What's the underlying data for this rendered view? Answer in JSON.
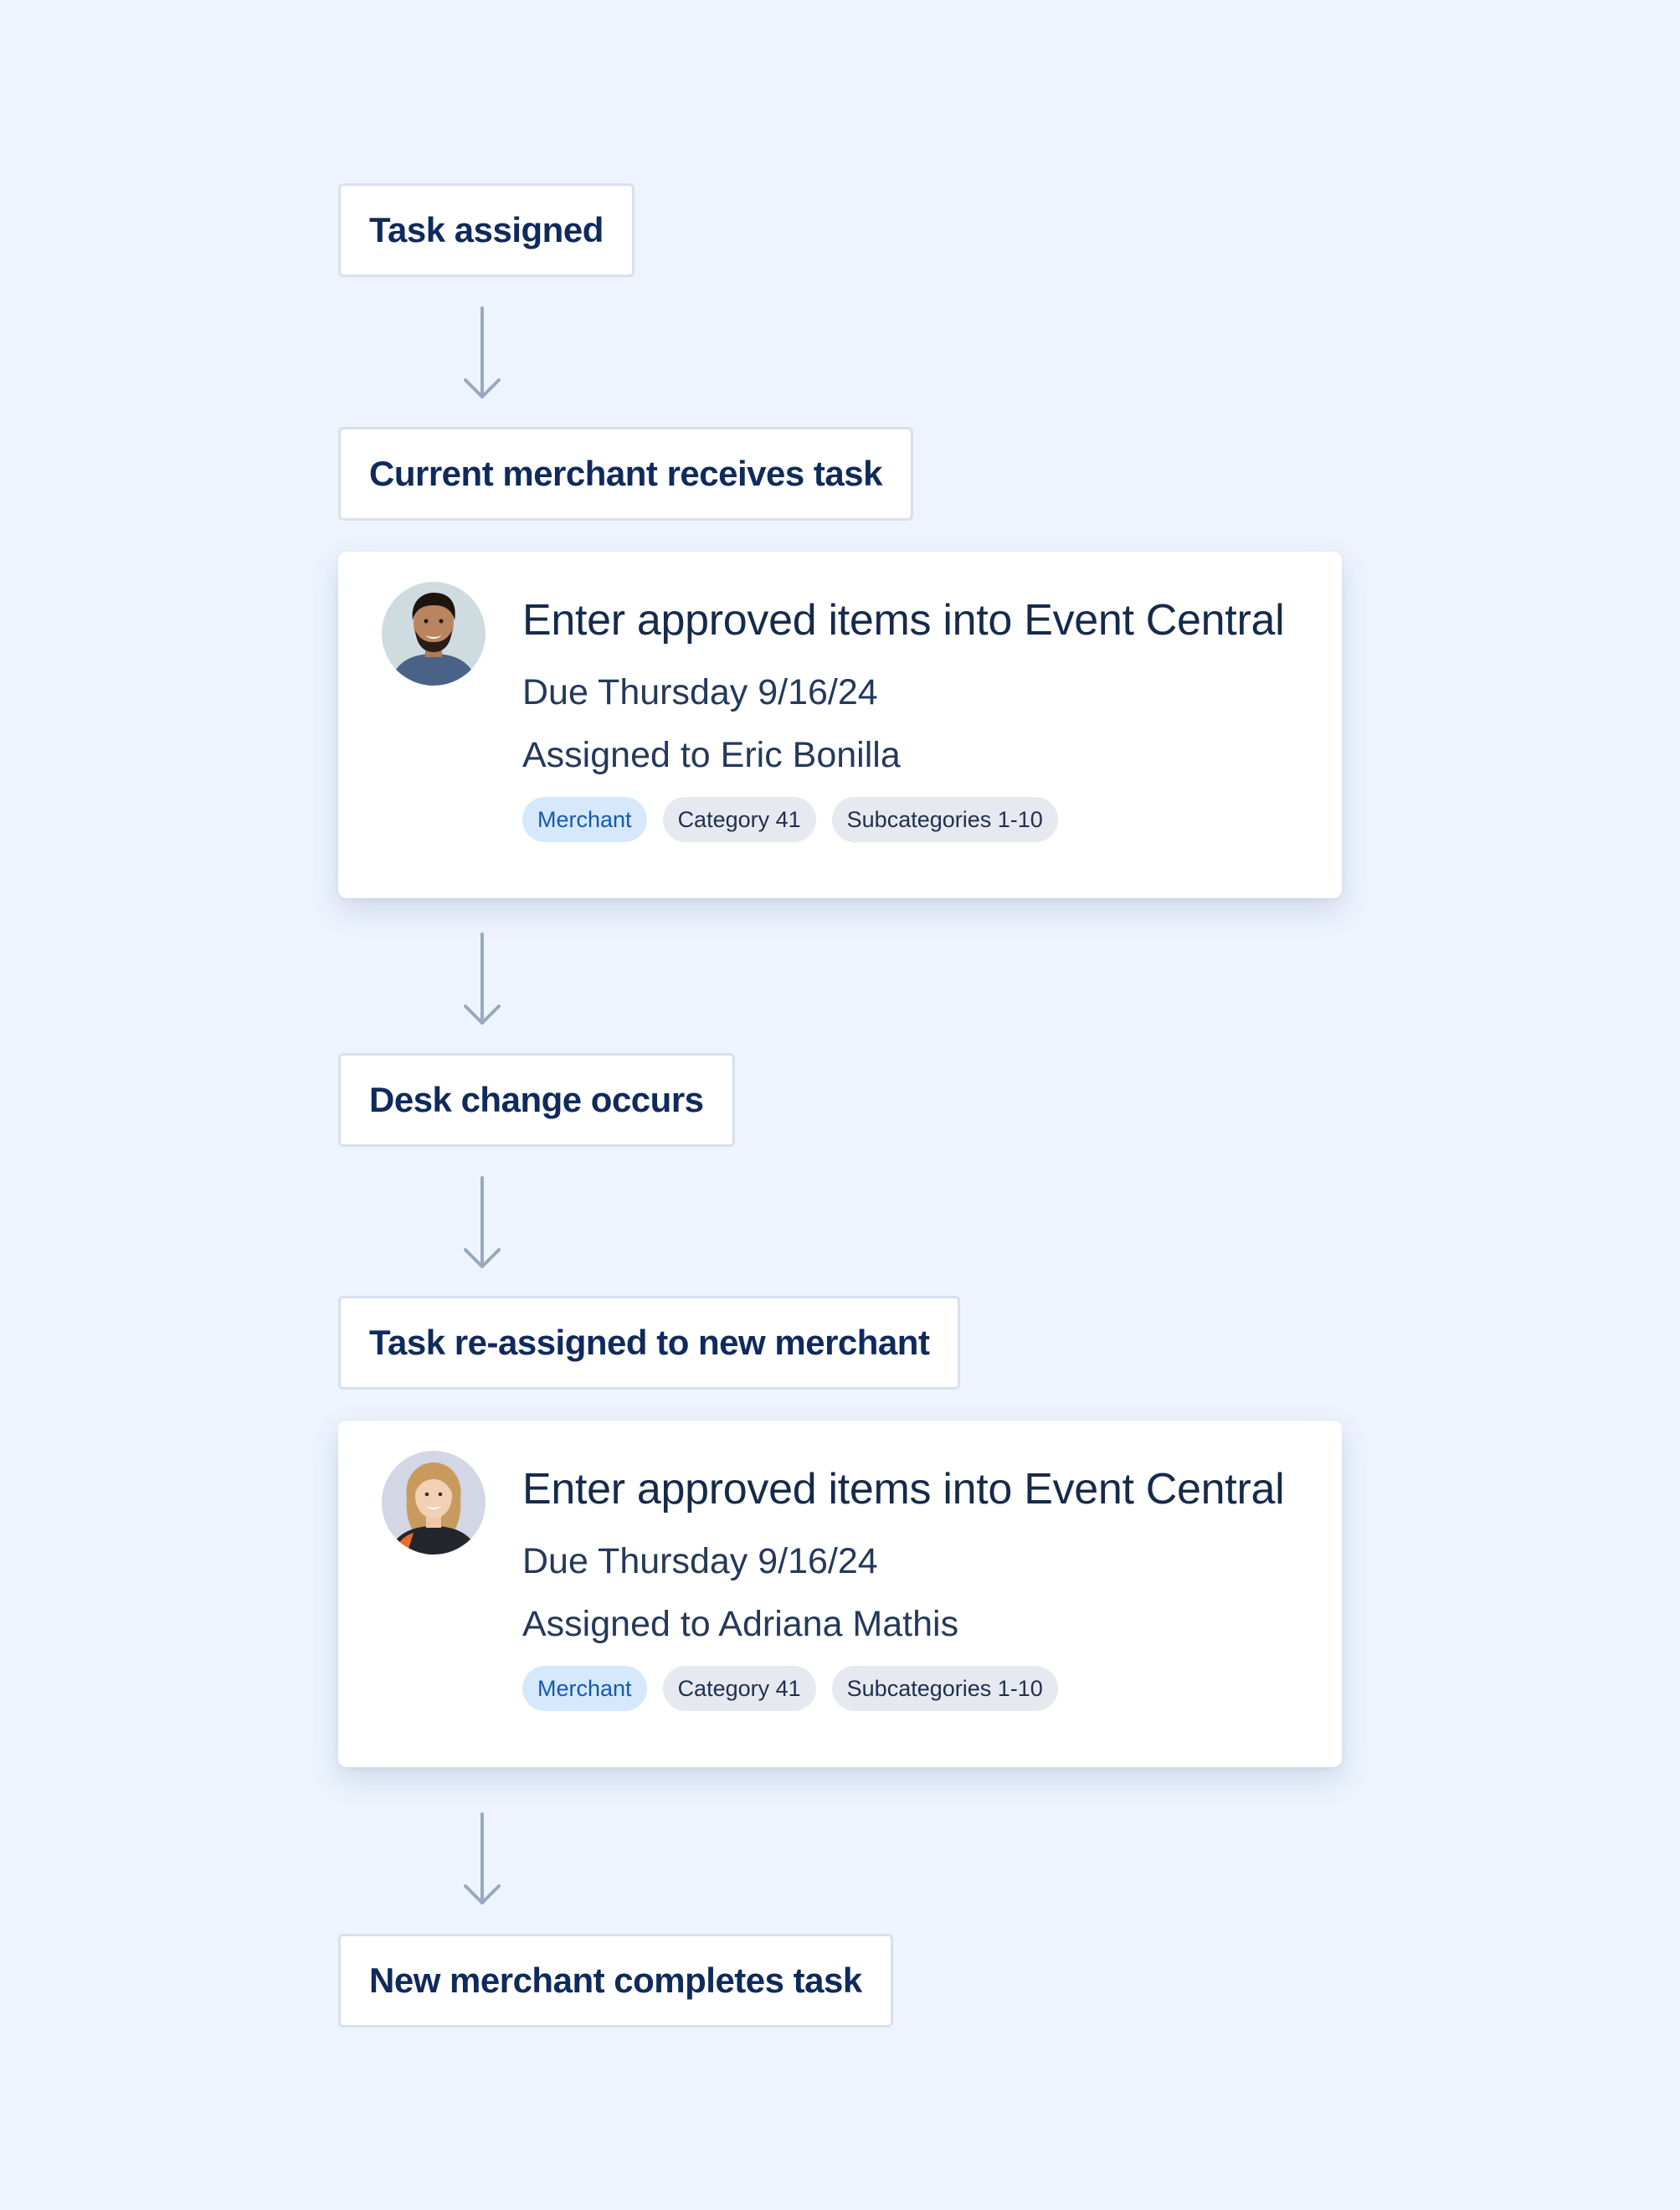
{
  "colors": {
    "background": "#edf4fe",
    "step_text": "#0f2a5c",
    "arrow": "#98a9bf",
    "merchant_tag_bg": "#d6e8fc",
    "merchant_tag_text": "#1559b0",
    "neutral_tag_bg": "#e6e9ef"
  },
  "steps": [
    {
      "label": "Task assigned"
    },
    {
      "label": "Current merchant receives task"
    },
    {
      "label": "Desk change occurs"
    },
    {
      "label": "Task re-assigned to new merchant"
    },
    {
      "label": "New merchant completes task"
    }
  ],
  "cards": [
    {
      "avatar": "man-avatar-photo",
      "title": "Enter approved items into Event Central",
      "due": "Due Thursday 9/16/24",
      "assignee": "Assigned to Eric Bonilla",
      "tags": [
        "Merchant",
        "Category 41",
        "Subcategories 1-10"
      ]
    },
    {
      "avatar": "woman-avatar-photo",
      "title": "Enter approved items into Event Central",
      "due": "Due Thursday 9/16/24",
      "assignee": "Assigned to Adriana Mathis",
      "tags": [
        "Merchant",
        "Category 41",
        "Subcategories 1-10"
      ]
    }
  ]
}
